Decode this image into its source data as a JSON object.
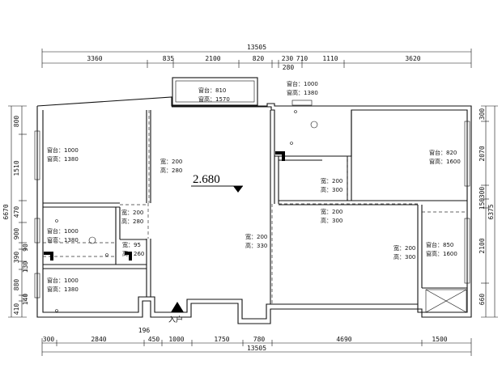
{
  "dimensions": {
    "top_total": "13505",
    "top": [
      "3360",
      "835",
      "2100",
      "820",
      "230",
      "710",
      "1110",
      "3620"
    ],
    "top_sub": "280",
    "bottom_total": "13505",
    "bottom": [
      "300",
      "2840",
      "450",
      "1000",
      "1750",
      "780",
      "4690",
      "1500"
    ],
    "bottom_sub": "196",
    "left_total": "6670",
    "left": [
      "800",
      "1510",
      "470",
      "900",
      "90",
      "390",
      "130",
      "880",
      "140",
      "410"
    ],
    "right_total": "6375",
    "right": [
      "300",
      "2070",
      "300",
      "150",
      "2100",
      "660"
    ]
  },
  "elevation": "2.680",
  "entrance": "入户",
  "windows": [
    {
      "sill": "窗台：810",
      "height": "窗高：1570"
    },
    {
      "sill": "窗台：1000",
      "height": "窗高：1380"
    },
    {
      "sill": "窗台：1000",
      "height": "窗高：1380"
    },
    {
      "sill": "窗台：820",
      "height": "窗高：1600"
    },
    {
      "sill": "窗台：1000",
      "height": "窗高：1380"
    },
    {
      "sill": "窗台：850",
      "height": "窗高：1600"
    },
    {
      "sill": "窗台：1000",
      "height": "窗高：1380"
    }
  ],
  "openings": [
    {
      "width": "宽：200",
      "height": "高：280"
    },
    {
      "width": "宽：200",
      "height": "高：300"
    },
    {
      "width": "宽：200",
      "height": "高：300"
    },
    {
      "width": "宽：200",
      "height": "高：280"
    },
    {
      "width": "宽：95",
      "height": "高：260"
    },
    {
      "width": "宽：200",
      "height": "高：330"
    },
    {
      "width": "宽：200",
      "height": "高：300"
    }
  ]
}
